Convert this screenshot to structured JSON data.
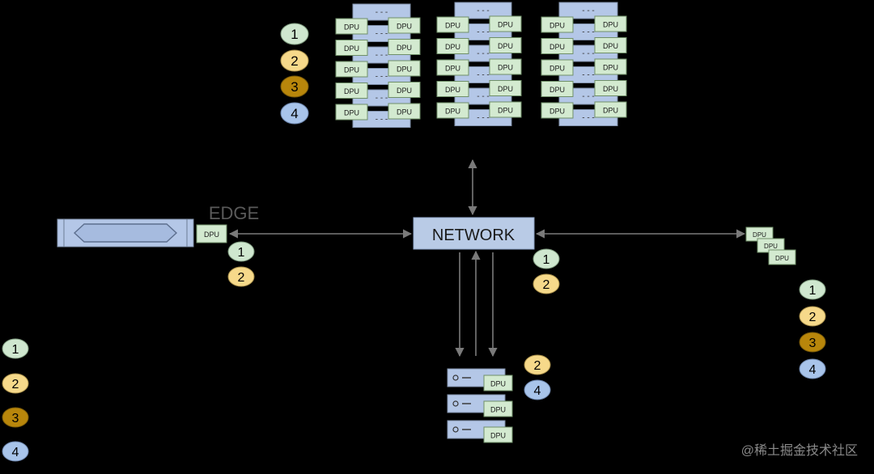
{
  "colors": {
    "background": "#000000",
    "server_fill": "#b4c7e7",
    "server_stroke": "#7f8fa9",
    "dpu_fill": "#d3ead0",
    "dpu_stroke": "#6f8f68",
    "network_fill": "#b9cbe6",
    "arrow": "#7a7a7a",
    "badge_1": "#cfe7cf",
    "badge_2": "#f6d98a",
    "badge_3": "#b8860b",
    "badge_4": "#a8c4ea",
    "edge_label": "#5a5a5a",
    "watermark": "#8a8a8a"
  },
  "labels": {
    "dpu": "DPU",
    "server_dashes": "- - -",
    "network": "NETWORK",
    "edge": "EDGE",
    "watermark": "@稀土掘金技术社区"
  },
  "badges": {
    "b1": "1",
    "b2": "2",
    "b3": "3",
    "b4": "4"
  },
  "icons": {
    "edge_device": "edge-appliance-icon",
    "storage": "storage-server-icon"
  }
}
